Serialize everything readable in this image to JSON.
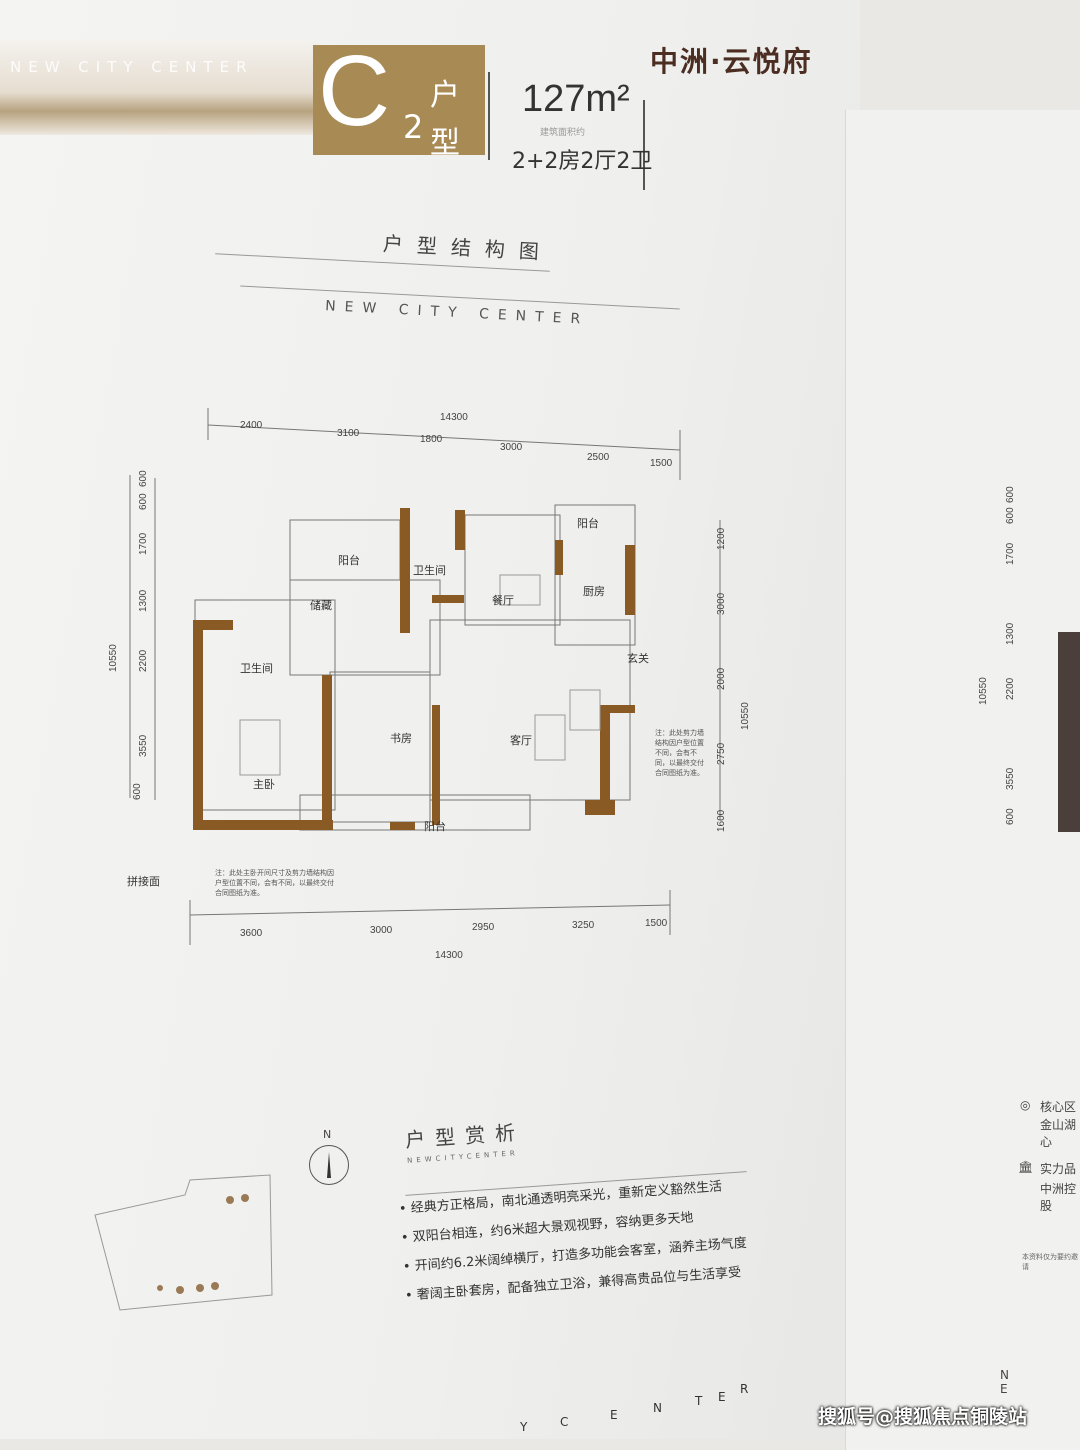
{
  "header": {
    "banner_text": "NEW CITY CENTER",
    "type_letter": "C",
    "type_hu": "户",
    "type_xing": "型",
    "type_num": "2",
    "area": "127m²",
    "area_label": "建筑面积约",
    "layout": "2+2房2厅2卫",
    "brand": "中洲·云悦府"
  },
  "plan": {
    "title": "户型结构图",
    "subtitle": "NEW CITY CENTER",
    "top_dims": [
      "2400",
      "3100",
      "1800",
      "3000",
      "2500",
      "1500"
    ],
    "top_total": "14300",
    "bottom_dims": [
      "3600",
      "3000",
      "2950",
      "3250",
      "1500"
    ],
    "bottom_total": "14300",
    "left_dims": [
      "600",
      "600",
      "1700",
      "1300",
      "2200",
      "3550",
      "600"
    ],
    "left_total": "10550",
    "right_dims": [
      "1200",
      "3000",
      "2000",
      "2750",
      "1600"
    ],
    "right_total": "10550",
    "rooms": {
      "balcony_n": "阳台",
      "bath1": "卫生间",
      "dining": "餐厅",
      "balcony_k": "阳台",
      "kitchen": "厨房",
      "storage": "储藏",
      "bath2": "卫生间",
      "foyer": "玄关",
      "study": "书房",
      "living": "客厅",
      "master": "主卧",
      "balcony_s": "阳台",
      "joint": "拼接面"
    },
    "note_right": "注：此处剪力墙结构因户型位置不同，会有不同，以最终交付合同图纸为准。",
    "note_left": "注：此处主卧开间尺寸及剪力墙结构因户型位置不同，会有不同，以最终交付合同图纸为准。",
    "wall_color": "#8a5a25"
  },
  "analysis": {
    "compass": "N",
    "title": "户型赏析",
    "subtitle": "NEWCITYCENTER",
    "points": [
      "经典方正格局，南北通透明亮采光，重新定义豁然生活",
      "双阳台相连，约6米超大景观视野，容纳更多天地",
      "开间约6.2米阔绰横厅，打造多功能会客室，涵养主场气度",
      "奢阔主卧套房，配备独立卫浴，兼得高贵品位与生活享受"
    ],
    "footer_letters": [
      "Y",
      "C",
      "E",
      "N",
      "T",
      "E",
      "R"
    ]
  },
  "right_page": {
    "dims": [
      "600",
      "600",
      "1700",
      "1300",
      "2200",
      "3550",
      "600"
    ],
    "total": "10550",
    "feature1_title": "核心区",
    "feature1_text": "金山湖心",
    "feature2_title": "实力品",
    "feature2_text": "中洲控股",
    "footer_note": "本资料仅为要约邀请",
    "footer_letters": "N E"
  },
  "watermark": "搜狐号@搜狐焦点铜陵站"
}
